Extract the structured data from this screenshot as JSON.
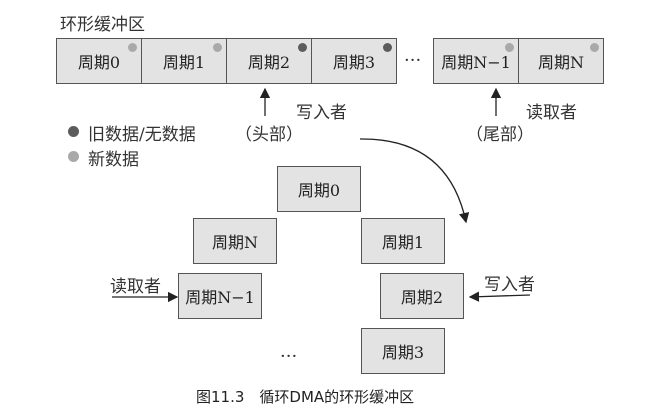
{
  "title": "环形缓冲区",
  "buffer": {
    "cells": [
      {
        "label": "周期0",
        "dot": "light"
      },
      {
        "label": "周期1",
        "dot": "light"
      },
      {
        "label": "周期2",
        "dot": "dark"
      },
      {
        "label": "周期3",
        "dot": "dark"
      },
      {
        "label": "周期N−1",
        "dot": "light"
      },
      {
        "label": "周期N",
        "dot": "light"
      }
    ],
    "ellipsis": "···"
  },
  "labels": {
    "writer": "写入者",
    "reader": "读取者",
    "head": "（头部）",
    "tail": "（尾部）"
  },
  "legend": {
    "old": "旧数据/无数据",
    "new": "新数据",
    "old_color": "#5c5c5c",
    "new_color": "#a9a9a9"
  },
  "ring": {
    "nodes": [
      "周期0",
      "周期1",
      "周期2",
      "周期3",
      "周期N",
      "周期N−1"
    ],
    "ellipsis": "···",
    "reader": "读取者",
    "writer": "写入者"
  },
  "caption": "图11.3　循环DMA的环形缓冲区"
}
